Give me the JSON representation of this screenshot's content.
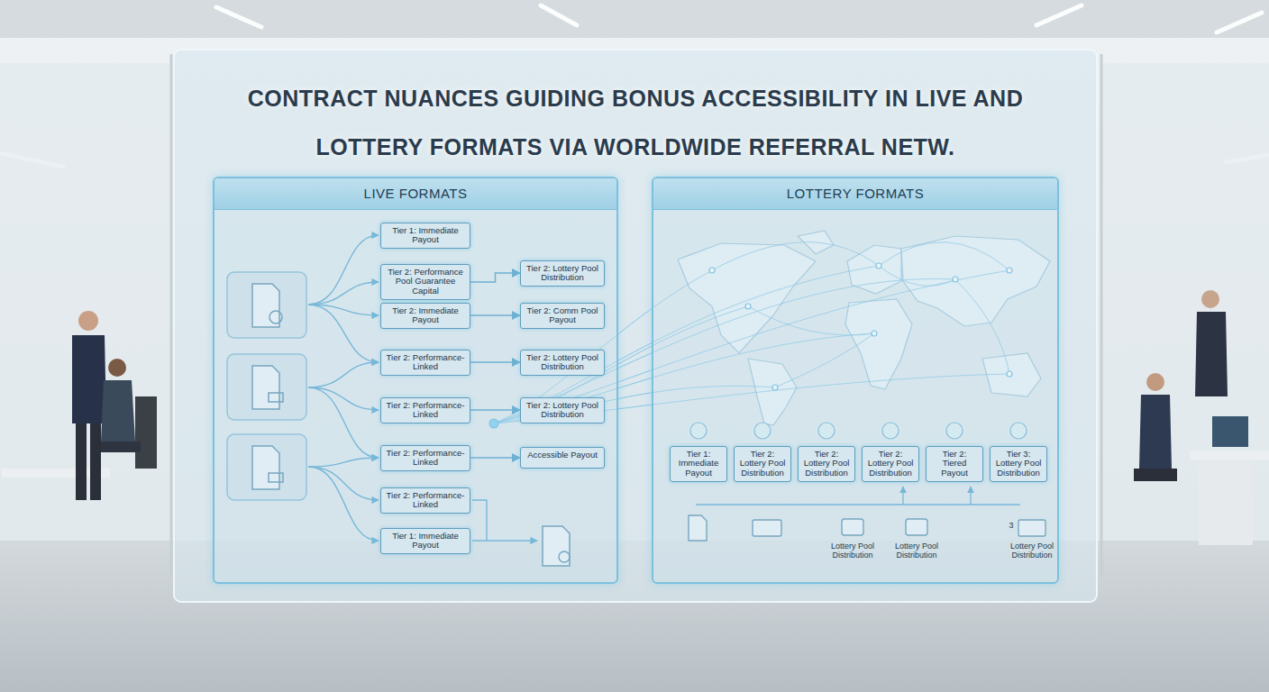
{
  "diagram": {
    "title": "CONTRACT NUANCES GUIDING BONUS ACCESSIBILITY IN LIVE AND LOTTERY FORMATS VIA WORLDWIDE REFERRAL NETW.",
    "nodes": [
      {
        "text": [
          "LIVE FORMATS"
        ]
      },
      {
        "text": [
          "Tier 1: Immediate Payout"
        ],
        "in": 0
      },
      {
        "text": [
          "Tier 2: Performance Pool Guarantee Capital"
        ],
        "in": 0
      },
      {
        "text": [
          "Tier 2: Immediate Payout"
        ],
        "in": 0
      },
      {
        "text": [
          "Tier 2: Performance-Linked"
        ],
        "in": 0
      },
      {
        "text": [
          "Tier 2: Performance-Linked"
        ],
        "in": 0
      },
      {
        "text": [
          "Tier 2: Performance-Linked"
        ],
        "in": 0
      },
      {
        "text": [
          "Tier 2: Performance-Linked"
        ],
        "in": 0
      },
      {
        "text": [
          "Tier 1: Immediate Payout"
        ],
        "in": 0
      },
      {
        "text": [
          "Tier 2: Lottery Pool Distribution"
        ],
        "in": 0
      },
      {
        "text": [
          "Tier 2: Comm Pool Payout"
        ],
        "in": 0
      },
      {
        "text": [
          "Tier 2: Lottery Pool Distribution"
        ],
        "in": 0
      },
      {
        "text": [
          "Tier 2: Lottery Pool Distribution"
        ],
        "in": 0
      },
      {
        "text": [
          "Accessible Payout"
        ],
        "in": 0
      },
      {
        "text": [
          "LOTTERY FORMATS"
        ]
      },
      {
        "text": [
          "Tier 1: Immediate Payout"
        ],
        "in": 14
      },
      {
        "text": [
          "Tier 2: Lottery Pool Distribution"
        ],
        "in": 14
      },
      {
        "text": [
          "Tier 2: Lottery Pool Distribution"
        ],
        "in": 14
      },
      {
        "text": [
          "Tier 2: Lottery Pool Distribution"
        ],
        "in": 14
      },
      {
        "text": [
          "Tier 2: Tiered Payout"
        ],
        "in": 14
      },
      {
        "text": [
          "Tier 3: Lottery Pool Distribution"
        ],
        "in": 14
      }
    ],
    "edges": [
      {
        "from": 2,
        "to": 9,
        "arrow": "to"
      },
      {
        "from": 3,
        "to": 10,
        "arrow": "to"
      },
      {
        "from": 4,
        "to": 11,
        "arrow": "to"
      },
      {
        "from": 5,
        "to": 12,
        "arrow": "to"
      },
      {
        "from": 6,
        "to": 13,
        "arrow": "to"
      }
    ],
    "labels": [
      "Lottery Pool Distribution",
      "Lottery Pool Distribution",
      "3",
      "Lottery Pool Distribution"
    ]
  }
}
